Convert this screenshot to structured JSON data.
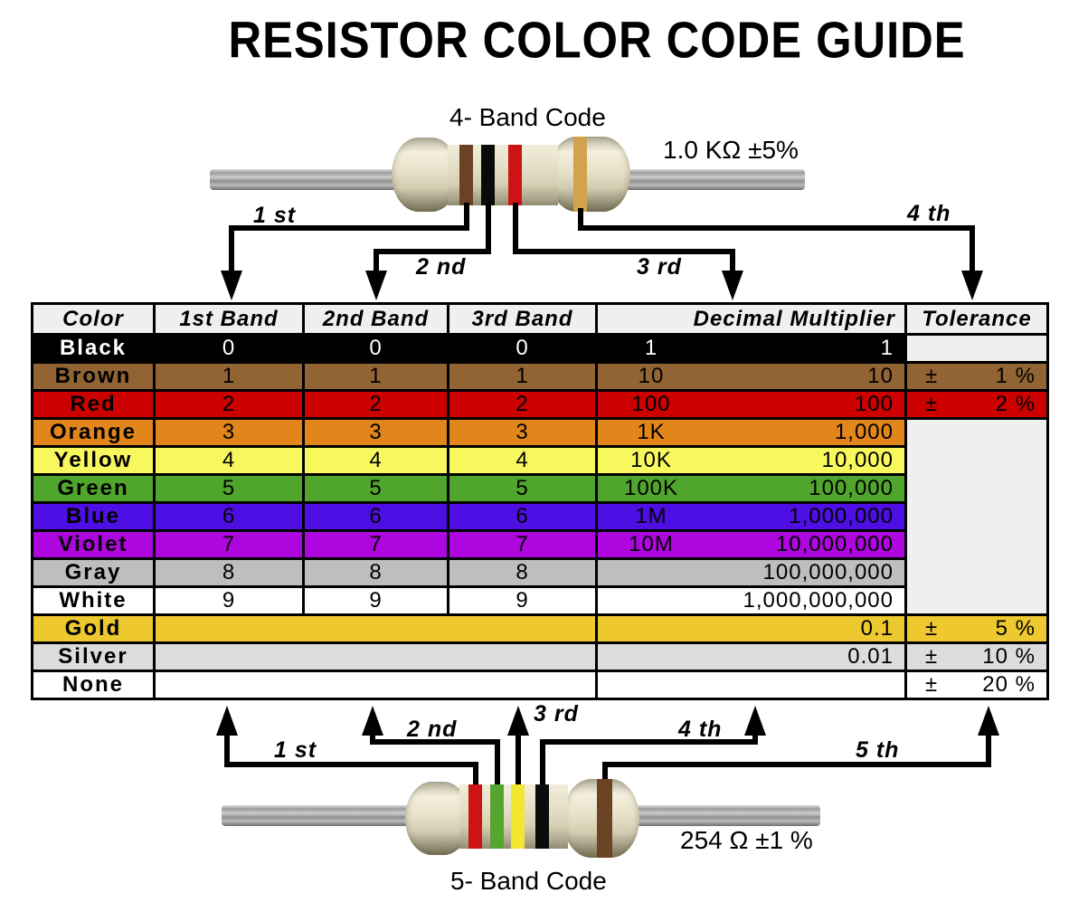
{
  "title": "RESISTOR COLOR CODE GUIDE",
  "four_band": {
    "label": "4- Band Code",
    "value": "1.0 KΩ  ±5%",
    "arrows": [
      "1 st",
      "2 nd",
      "3 rd",
      "4 th"
    ],
    "band_colors": {
      "band1_brown": "#6b4226",
      "band2_black": "#0a0a0a",
      "band3_red": "#cc1414",
      "band4_gold": "#d2a24c"
    }
  },
  "five_band": {
    "label": "5- Band Code",
    "value": "254 Ω  ±1 %",
    "arrows": [
      "1 st",
      "2 nd",
      "3 rd",
      "4 th",
      "5 th"
    ],
    "band_colors": {
      "band1_red": "#cc1414",
      "band2_green": "#55a52e",
      "band3_yellow": "#f2e62e",
      "band4_black": "#0b0b0b",
      "band5_brown": "#6b4423"
    }
  },
  "table": {
    "headers": [
      "Color",
      "1st Band",
      "2nd Band",
      "3rd Band",
      "Decimal Multiplier",
      "Tolerance"
    ],
    "plus_minus": "±",
    "colors": {
      "header_bg": "#efefef",
      "empty_cell": "#efefef"
    },
    "rows": [
      {
        "name": "Black",
        "bg": "#000000",
        "fg": "#ffffff",
        "band1": "0",
        "band2": "0",
        "band3": "0",
        "mult_prefix": "1",
        "mult_full": "1"
      },
      {
        "name": "Brown",
        "bg": "#926434",
        "fg": "#000000",
        "band1": "1",
        "band2": "1",
        "band3": "1",
        "mult_prefix": "10",
        "mult_full": "10",
        "tolerance": "1 %"
      },
      {
        "name": "Red",
        "bg": "#cc0000",
        "fg": "#000000",
        "band1": "2",
        "band2": "2",
        "band3": "2",
        "mult_prefix": "100",
        "mult_full": "100",
        "tolerance": "2 %"
      },
      {
        "name": "Orange",
        "bg": "#e2861c",
        "fg": "#000000",
        "band1": "3",
        "band2": "3",
        "band3": "3",
        "mult_prefix": "1K",
        "mult_full": "1,000"
      },
      {
        "name": "Yellow",
        "bg": "#f8f75e",
        "fg": "#000000",
        "band1": "4",
        "band2": "4",
        "band3": "4",
        "mult_prefix": "10K",
        "mult_full": "10,000"
      },
      {
        "name": "Green",
        "bg": "#50a52c",
        "fg": "#000000",
        "band1": "5",
        "band2": "5",
        "band3": "5",
        "mult_prefix": "100K",
        "mult_full": "100,000"
      },
      {
        "name": "Blue",
        "bg": "#4d0fe3",
        "fg": "#000000",
        "band1": "6",
        "band2": "6",
        "band3": "6",
        "mult_prefix": "1M",
        "mult_full": "1,000,000"
      },
      {
        "name": "Violet",
        "bg": "#ae06df",
        "fg": "#000000",
        "band1": "7",
        "band2": "7",
        "band3": "7",
        "mult_prefix": "10M",
        "mult_full": "10,000,000"
      },
      {
        "name": "Gray",
        "bg": "#bebebe",
        "fg": "#000000",
        "band1": "8",
        "band2": "8",
        "band3": "8",
        "mult_prefix": "",
        "mult_full": "100,000,000"
      },
      {
        "name": "White",
        "bg": "#ffffff",
        "fg": "#000000",
        "band1": "9",
        "band2": "9",
        "band3": "9",
        "mult_prefix": "",
        "mult_full": "1,000,000,000"
      },
      {
        "name": "Gold",
        "bg": "#eec82f",
        "fg": "#000000",
        "merged": true,
        "mult_prefix": "",
        "mult_full": "0.1",
        "tolerance": "5 %"
      },
      {
        "name": "Silver",
        "bg": "#dcdcdc",
        "fg": "#000000",
        "merged": true,
        "mult_prefix": "",
        "mult_full": "0.01",
        "tolerance": "10 %"
      },
      {
        "name": "None",
        "bg": "#ffffff",
        "fg": "#000000",
        "merged": true,
        "mult_prefix": "",
        "mult_full": "",
        "tolerance": "20 %"
      }
    ]
  }
}
